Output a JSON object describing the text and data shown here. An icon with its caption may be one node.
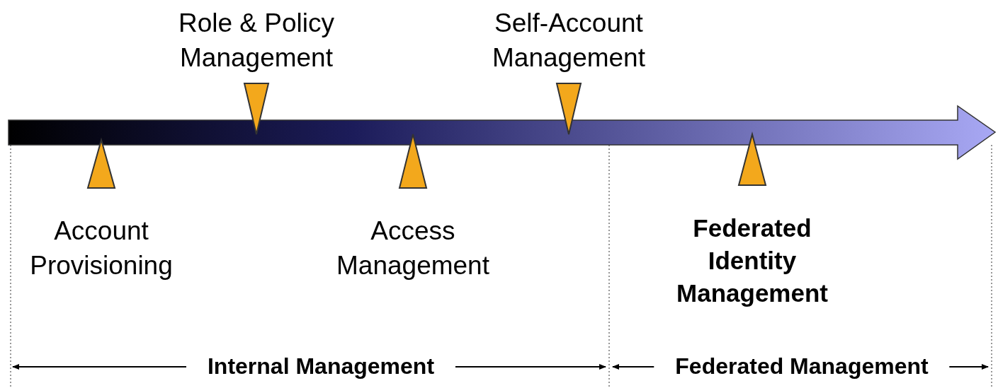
{
  "diagram": {
    "labels": [
      "Role & Policy Management",
      "Self-Account Management",
      "Account Provisioning",
      "Access Management",
      "Federated Identity Management",
      "Internal Management",
      "Federated Management"
    ]
  }
}
